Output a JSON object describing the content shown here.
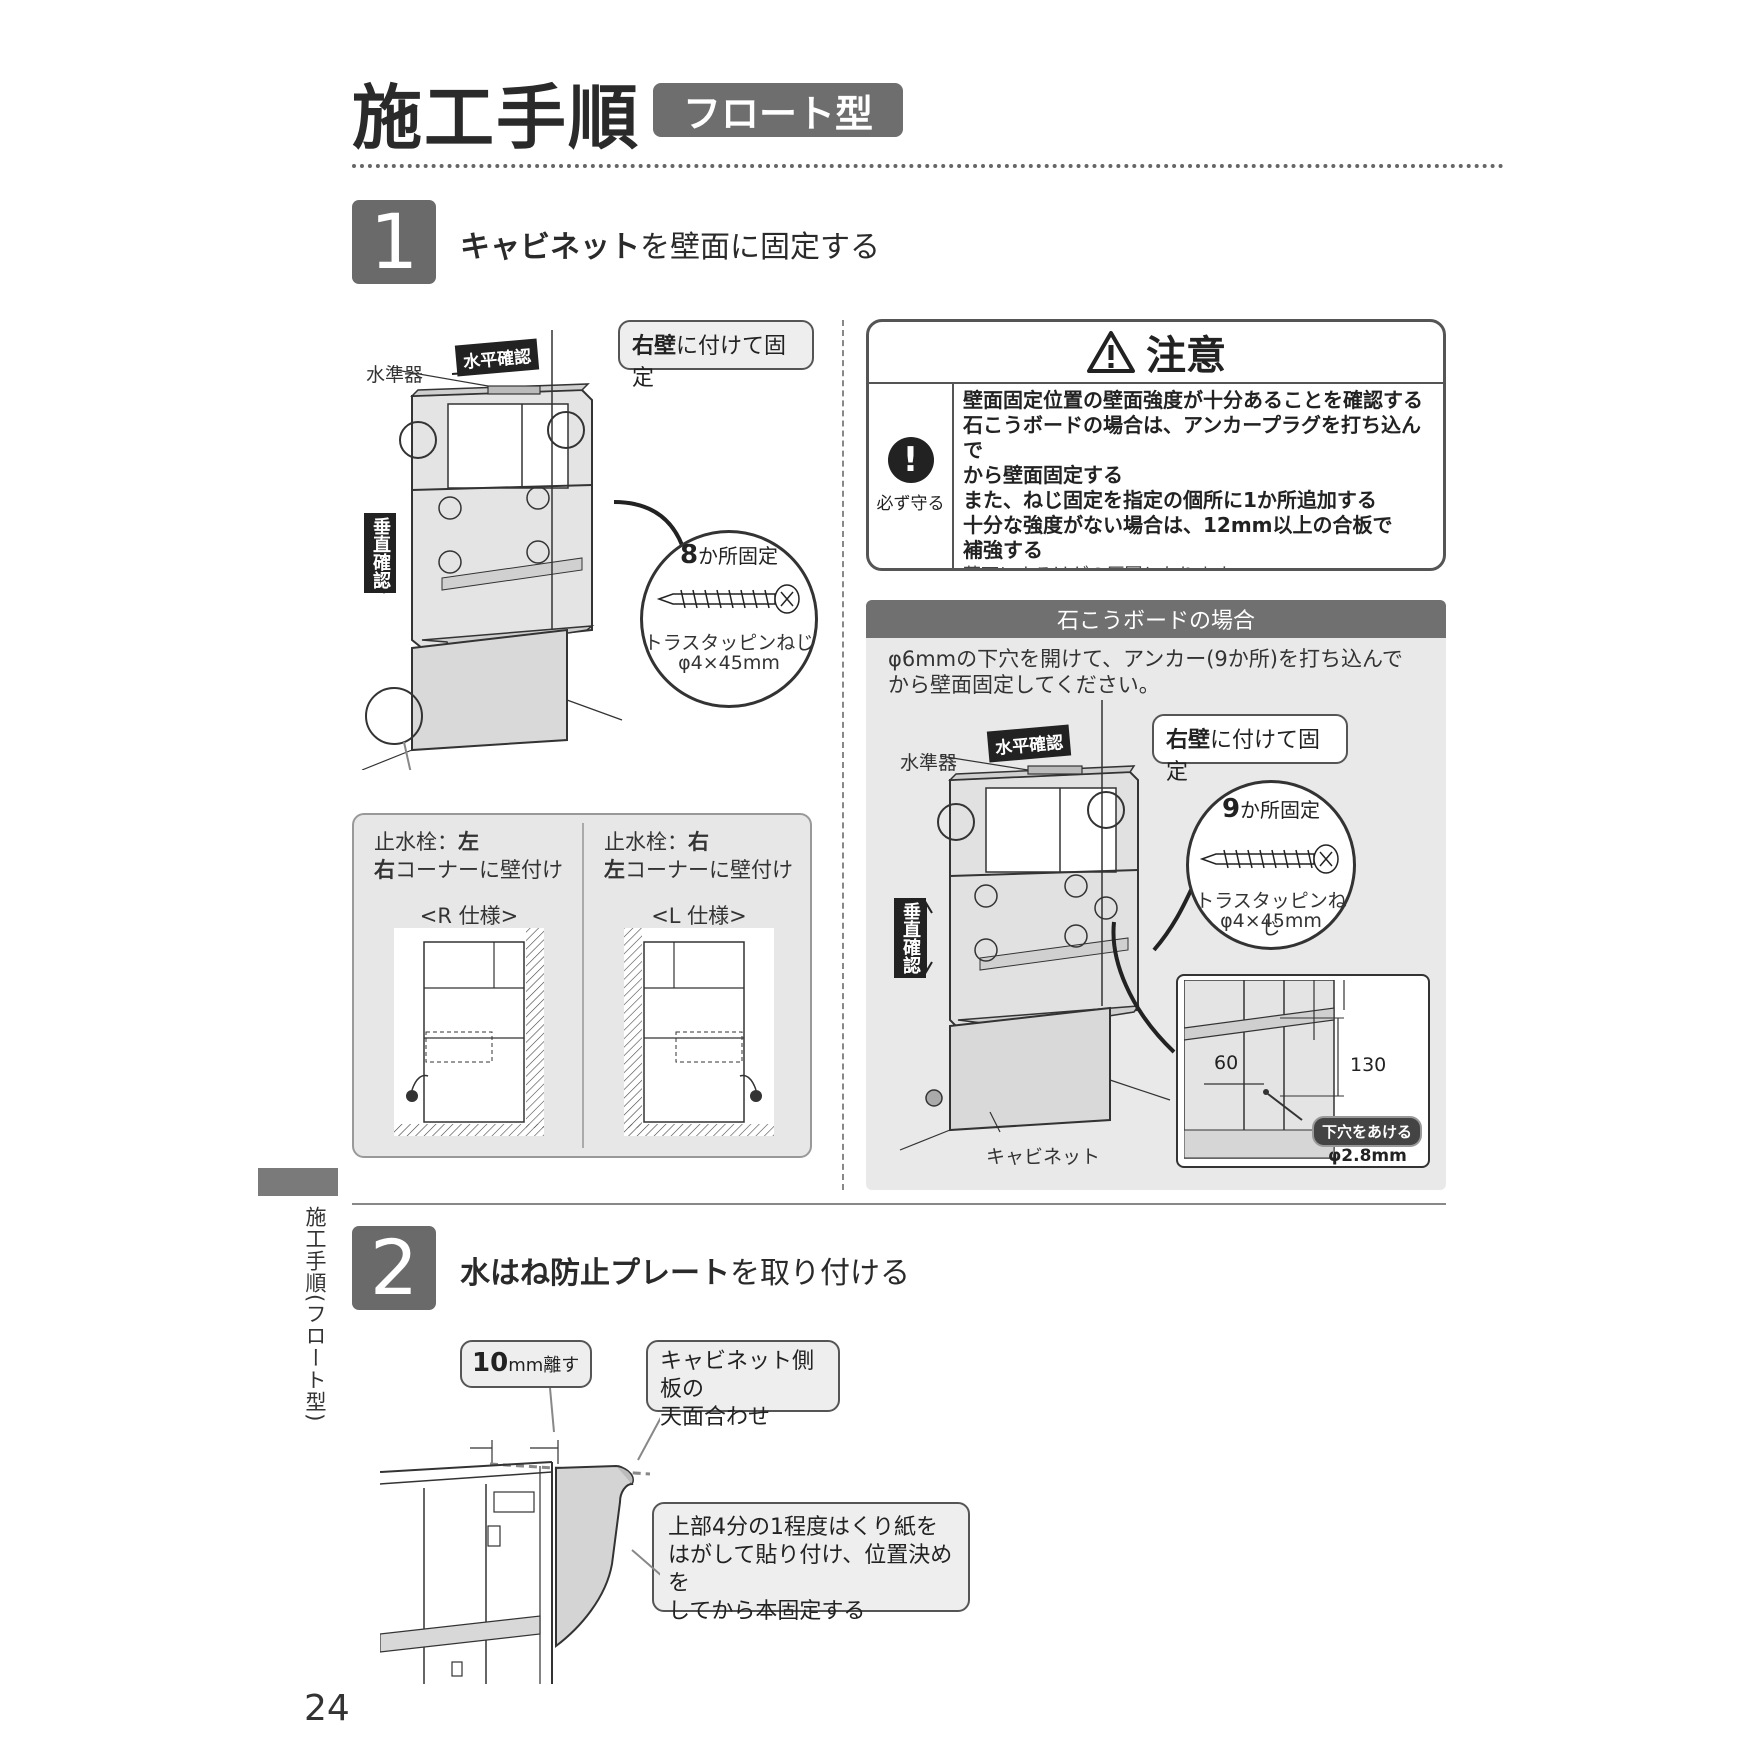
{
  "header": {
    "title": "施工手順",
    "badge": "フロート型"
  },
  "step1": {
    "number": "1",
    "title_bold": "キャビネット",
    "title_rest": "を壁面に固定する",
    "diagram": {
      "label_level": "水準器",
      "label_horizontal": "水平確認",
      "label_vertical": "垂直確認",
      "callout_bold": "右壁",
      "callout_rest": "に付けて固定",
      "screw_count_num": "8",
      "screw_count_rest": "か所固定",
      "screw_name": "トラスタッピンねじ",
      "screw_size": "φ4×45mm"
    },
    "faucet": {
      "left_line1_prefix": "止水栓：",
      "left_line1_bold": "左",
      "left_line2_bold": "右",
      "left_line2_rest": "コーナーに壁付け",
      "left_spec": "<R 仕様>",
      "right_line1_prefix": "止水栓：",
      "right_line1_bold": "右",
      "right_line2_bold": "左",
      "right_line2_rest": "コーナーに壁付け",
      "right_spec": "<L 仕様>"
    },
    "warning": {
      "title": "注意",
      "must_label": "必ず守る",
      "lines": [
        "壁面固定位置の壁面強度が十分あることを確認する",
        "石こうボードの場合は、アンカープラグを打ち込んで",
        "から壁面固定する",
        "また、ねじ固定を指定の個所に1か所追加する",
        "十分な強度がない場合は、12mm以上の合板で",
        "補強する"
      ],
      "footer": "落下によるけがの原因となります。"
    },
    "gypsum": {
      "title": "石こうボードの場合",
      "desc_line1": "φ6mmの下穴を開けて、アンカー(9か所)を打ち込んで",
      "desc_line2": "から壁面固定してください。",
      "label_level": "水準器",
      "label_horizontal": "水平確認",
      "label_vertical": "垂直確認",
      "callout_bold": "右壁",
      "callout_rest": "に付けて固定",
      "screw_count_num": "9",
      "screw_count_rest": "か所固定",
      "screw_name": "トラスタッピンねじ",
      "screw_size": "φ4×45mm",
      "dim_60": "60",
      "dim_130": "130",
      "pilot_hole": "下穴をあける",
      "pilot_size": "φ2.8mm",
      "cabinet_label": "キャビネット"
    }
  },
  "step2": {
    "number": "2",
    "title_bold": "水はね防止プレート",
    "title_rest": "を取り付ける",
    "callout_gap_num": "10",
    "callout_gap_rest": "mm離す",
    "callout_top_line1": "キャビネット側板の",
    "callout_top_line2": "天面合わせ",
    "callout_bottom_line1": "上部4分の1程度はくり紙を",
    "callout_bottom_line2": "はがして貼り付け、位置決めを",
    "callout_bottom_line3": "してから本固定する"
  },
  "side_tab": "施工手順(フロート型)",
  "page_number": "24",
  "colors": {
    "badge": "#6e6e6e",
    "panel": "#e9e9e9",
    "ink": "#222222"
  }
}
